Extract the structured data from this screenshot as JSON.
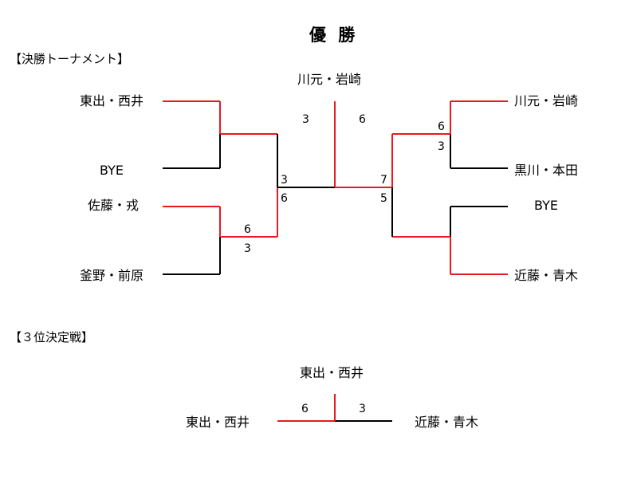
{
  "title": "優 勝",
  "final_section_label": "【決勝トーナメント】",
  "third_section_label": "【３位決定戦】",
  "final": {
    "champion": "川元・岩崎",
    "left": {
      "entries": [
        "東出・西井",
        "BYE",
        "佐藤・戎",
        "釜野・前原"
      ],
      "semi_scores": {
        "top": "6",
        "bottom": "3"
      },
      "final_scores": {
        "top": "3",
        "bottom": "6"
      }
    },
    "right": {
      "entries": [
        "川元・岩崎",
        "黒川・本田",
        "BYE",
        "近藤・青木"
      ],
      "quarter_scores": {
        "top": "6",
        "bottom": "3"
      },
      "final_scores": {
        "top": "7",
        "bottom": "5"
      }
    },
    "center_scores": {
      "left": "3",
      "right": "6"
    }
  },
  "third_place": {
    "winner": "東出・西井",
    "left_entry": "東出・西井",
    "right_entry": "近藤・青木",
    "left_score": "6",
    "right_score": "3"
  },
  "colors": {
    "win": "#e8191f",
    "line": "#000000"
  }
}
